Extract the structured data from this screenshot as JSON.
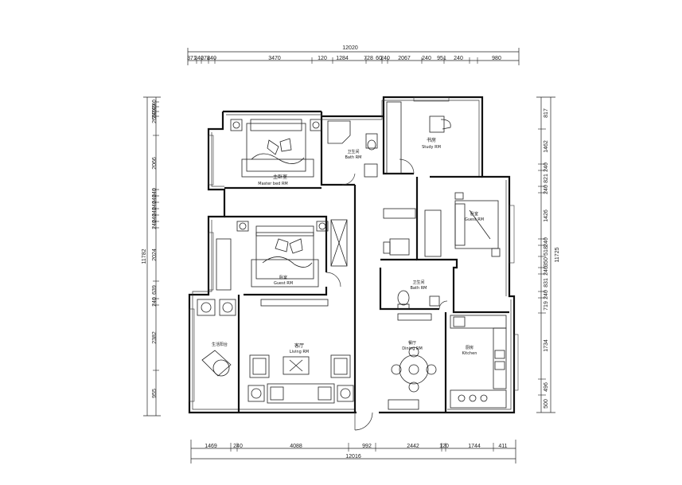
{
  "dimensions": {
    "top_total": "12020",
    "top_segments": [
      "371",
      "240",
      "278",
      "240",
      "3470",
      "120",
      "1284",
      "728",
      "60",
      "240",
      "2067",
      "240",
      "951",
      "240",
      "980"
    ],
    "bottom_total": "12016",
    "bottom_segments": [
      "1469",
      "240",
      "4088",
      "992",
      "2442",
      "120",
      "1744",
      "411"
    ],
    "left_total": "11782",
    "left_segments": [
      "240",
      "240",
      "240",
      "265",
      "2066",
      "240",
      "240",
      "240",
      "240",
      "240",
      "240",
      "2024",
      "639",
      "240",
      "2382",
      "955"
    ],
    "right_total": "11725",
    "right_segments": [
      "817",
      "1462",
      "240",
      "821",
      "240",
      "1426",
      "240",
      "518",
      "350",
      "240",
      "831",
      "240",
      "719",
      "1734",
      "496",
      "500"
    ]
  },
  "rooms": {
    "master_cn": "主卧室",
    "master_en": "Master bed RM",
    "bath1_cn": "卫生间",
    "bath1_en": "Bath RM",
    "study_cn": "书房",
    "study_en": "Study RM",
    "guest1_cn": "卧室",
    "guest1_en": "Guest RM",
    "guest2_cn": "卧室",
    "guest2_en": "Guest RM",
    "bath2_cn": "卫生间",
    "bath2_en": "Bath RM",
    "balcony_cn": "生活阳台",
    "living_cn": "客厅",
    "living_en": "Living RM",
    "dining_cn": "餐厅",
    "dining_en": "Dining RM",
    "kitchen_cn": "厨房",
    "kitchen_en": "Kitchen"
  }
}
